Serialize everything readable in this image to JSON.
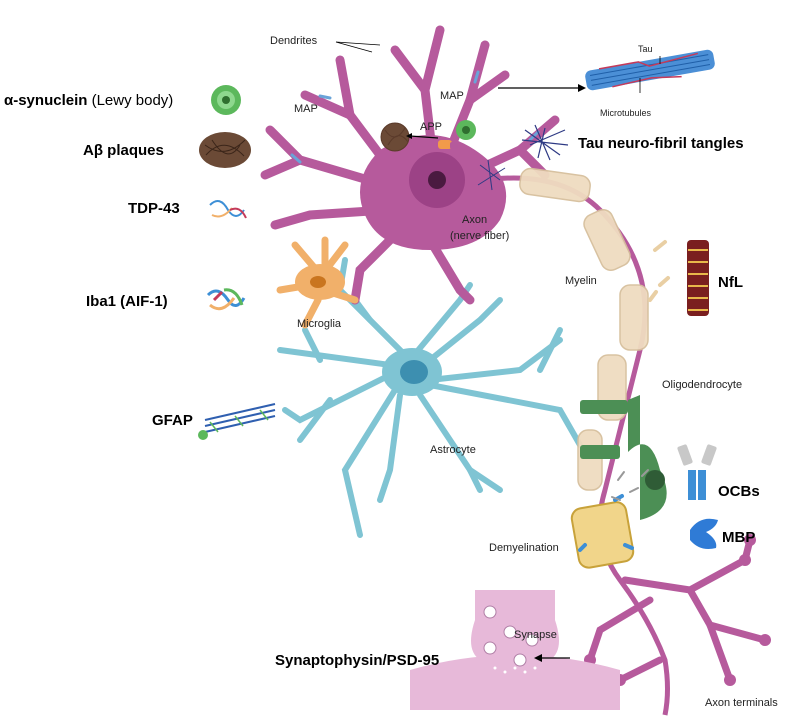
{
  "labels": {
    "dendrites": "Dendrites",
    "map_left": "MAP",
    "map_right": "MAP",
    "app": "APP",
    "tau": "Tau",
    "microtubules": "Microtubules",
    "axon_line1": "Axon",
    "axon_line2": "(nerve fiber)",
    "myelin": "Myelin",
    "microglia": "Microglia",
    "oligodendrocyte": "Oligodendrocyte",
    "astrocyte": "Astrocyte",
    "demyelination": "Demyelination",
    "synapse": "Synapse",
    "axon_terminals": "Axon terminals"
  },
  "biomarkers": {
    "alpha_synuclein_bold": "α-synuclein",
    "alpha_synuclein_light": " (Lewy body)",
    "abeta": "Aβ plaques",
    "tdp43": "TDP-43",
    "iba1": "Iba1 (AIF-1)",
    "gfap": "GFAP",
    "tau_tangles": "Tau neuro-fibril tangles",
    "nfl": "NfL",
    "ocbs": "OCBs",
    "mbp": "MBP",
    "synaptophysin": "Synaptophysin/PSD-95"
  },
  "colors": {
    "neuron": "#b65a9c",
    "neuron_light": "#d89cc8",
    "astrocyte": "#7fc4d3",
    "microglia": "#f1b06a",
    "oligodendrocyte": "#4c8f55",
    "myelin": "#efdcc0",
    "synapse": "#e7b9d9",
    "mbp": "#2f7bd6",
    "synuclein": "#5cb85c"
  }
}
